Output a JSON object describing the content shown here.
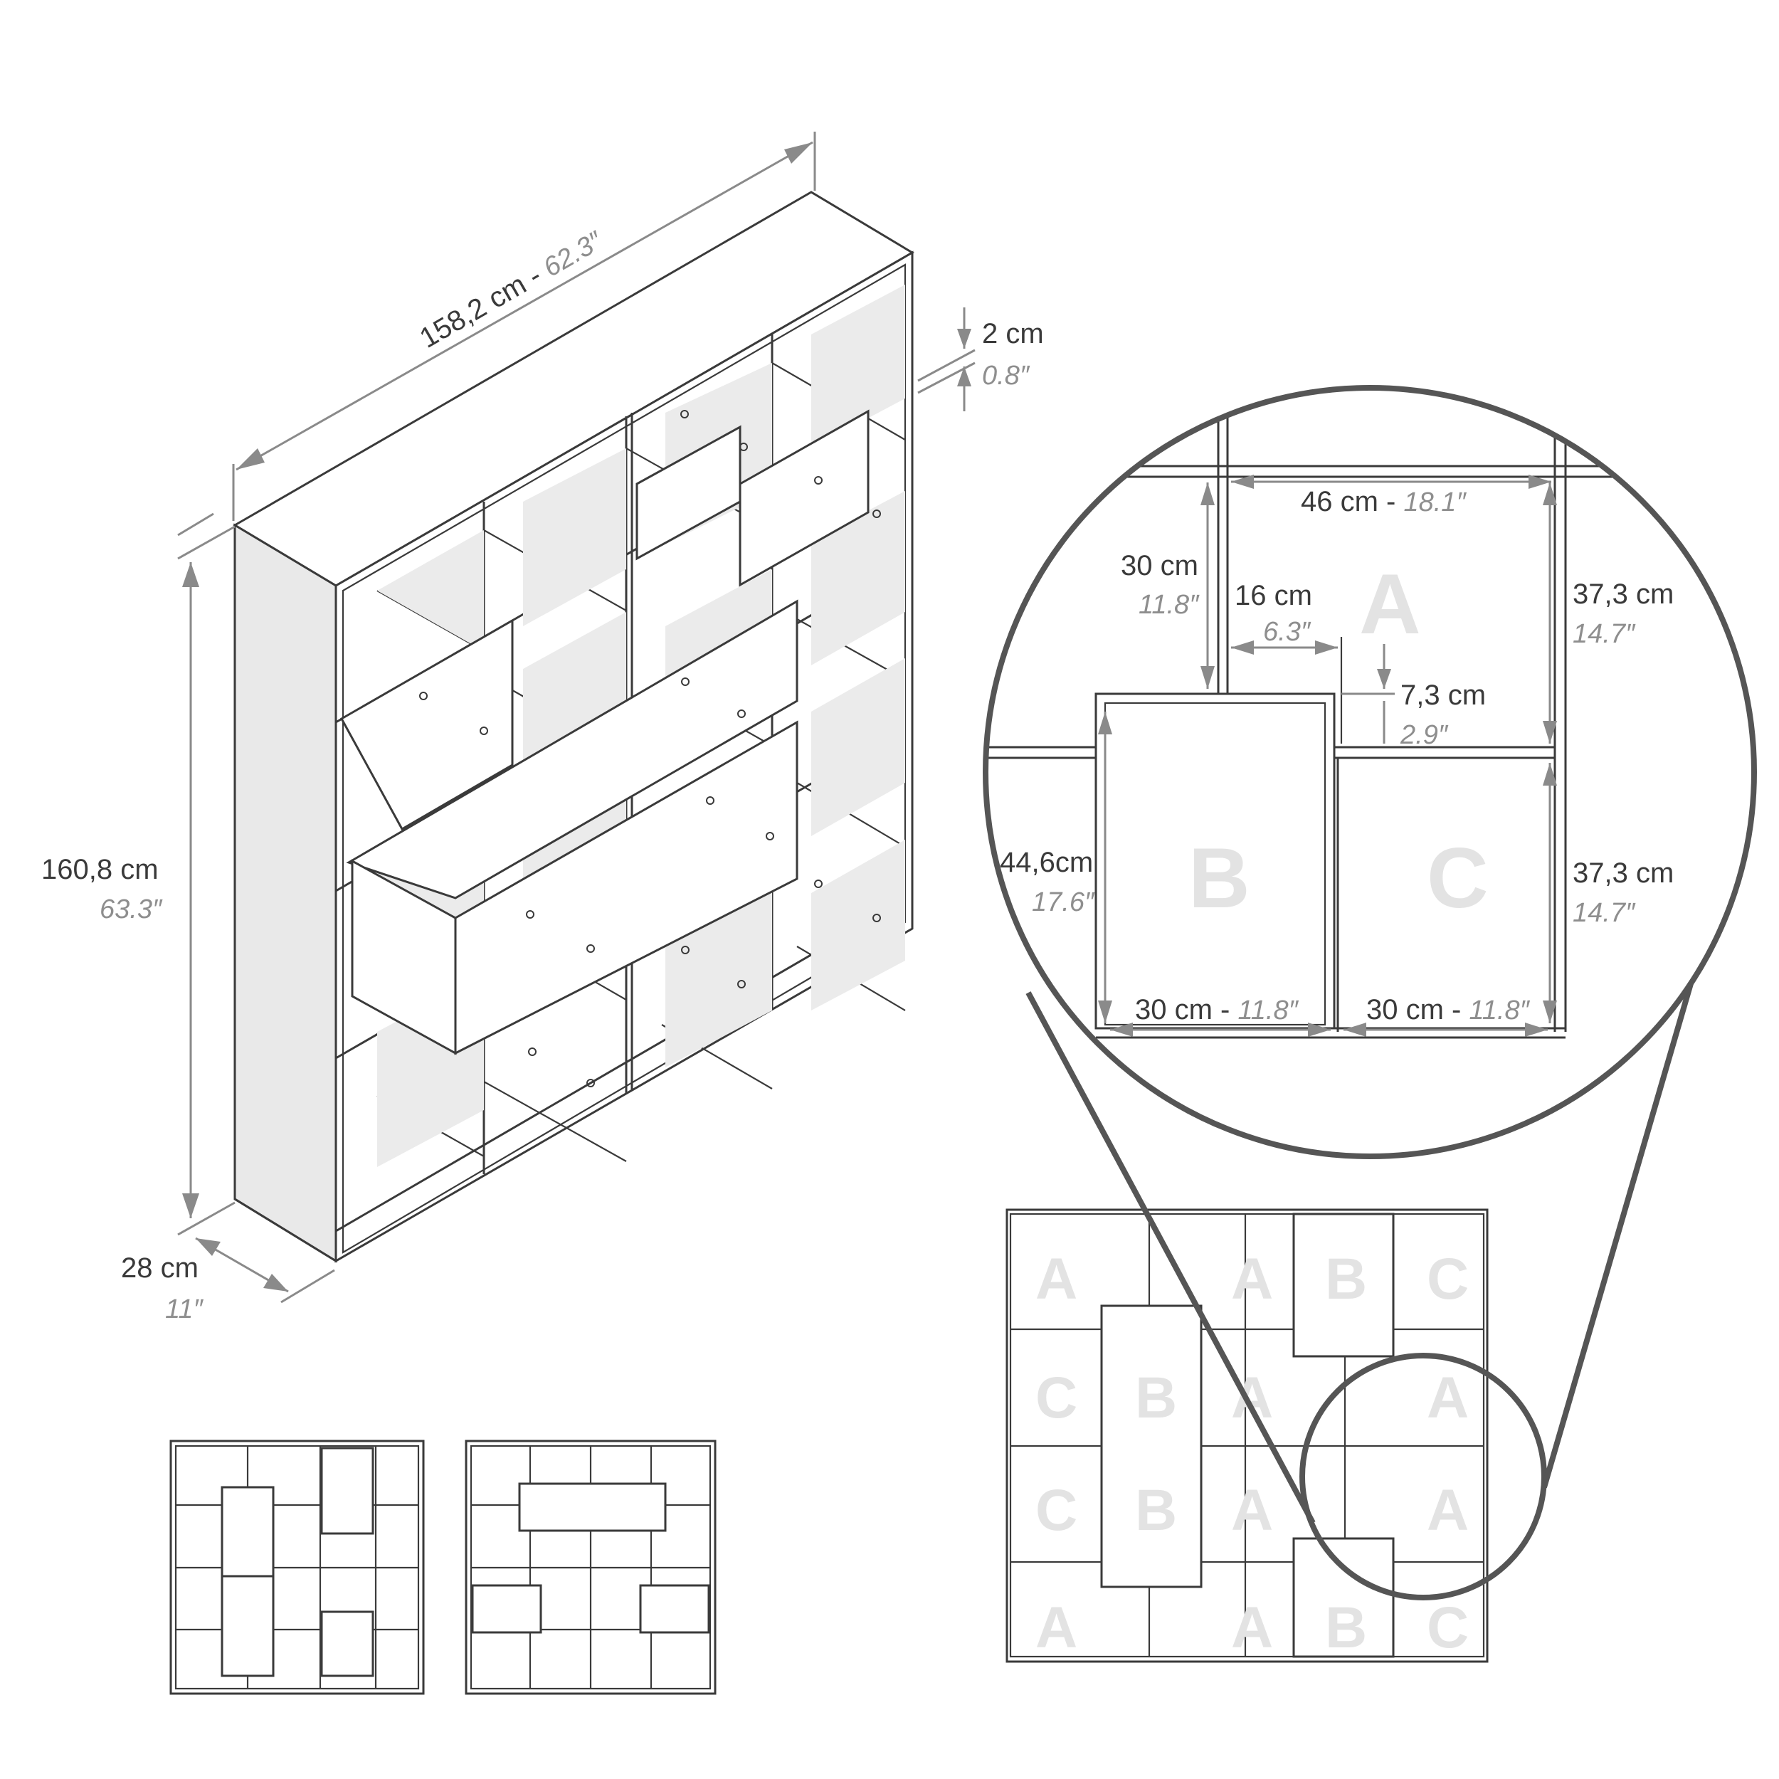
{
  "dimensions": {
    "width": {
      "cm": "158,2 cm - ",
      "inch": "62.3″"
    },
    "height": {
      "cm": "160,8 cm",
      "inch": "63.3″"
    },
    "depth": {
      "cm": "28 cm",
      "inch": "11″"
    },
    "thickness": {
      "cm": "2 cm",
      "inch": "0.8″"
    }
  },
  "detail": {
    "a_width": {
      "cm": "46 cm - ",
      "inch": "18.1″"
    },
    "a_height": {
      "cm": "30 cm",
      "inch": "11.8″"
    },
    "offset": {
      "cm": "16 cm",
      "inch": "6.3″"
    },
    "step": {
      "cm": "7,3 cm",
      "inch": "2.9″"
    },
    "right_top": {
      "cm": "37,3 cm",
      "inch": "14.7″"
    },
    "right_bottom": {
      "cm": "37,3 cm",
      "inch": "14.7″"
    },
    "b_height": {
      "cm": "44,6cm",
      "inch": "17.6″"
    },
    "b_width": {
      "cm": "30 cm - ",
      "inch": "11.8″"
    },
    "c_width": {
      "cm": "30 cm - ",
      "inch": "11.8″"
    },
    "letters": {
      "a": "A",
      "b": "B",
      "c": "C"
    }
  },
  "layout_grid": {
    "rows": [
      [
        "A",
        "A",
        "B",
        "C"
      ],
      [
        "C",
        "B",
        "A",
        "A"
      ],
      [
        "C",
        "B",
        "A",
        "A"
      ],
      [
        "A",
        "A",
        "B",
        "C"
      ]
    ]
  }
}
